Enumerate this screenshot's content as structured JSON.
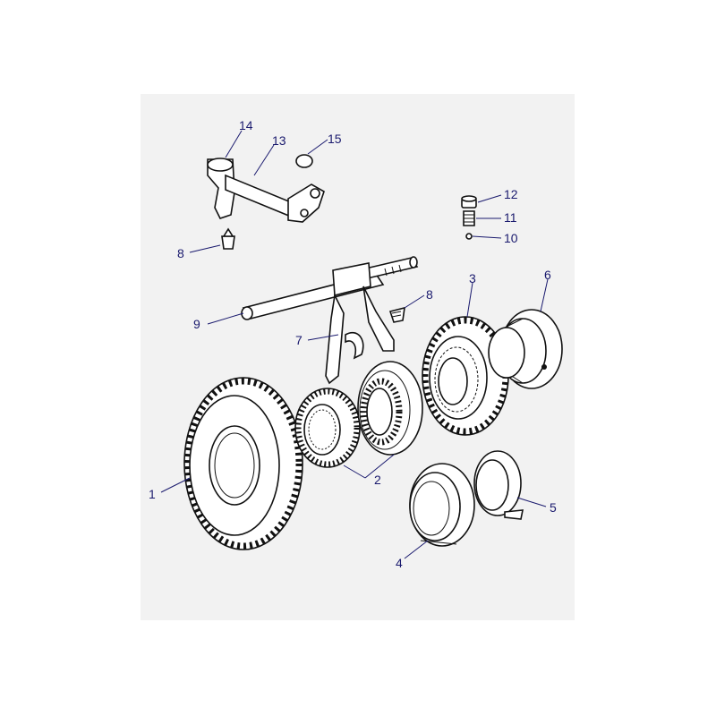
{
  "diagram": {
    "ink_color": "#111111",
    "callout_color": "#1a1a6e",
    "panel_color": "#f2f2f2"
  },
  "callouts": {
    "c1": "1",
    "c2": "2",
    "c3": "3",
    "c4": "4",
    "c5": "5",
    "c6": "6",
    "c7": "7",
    "c8a": "8",
    "c8b": "8",
    "c9": "9",
    "c10": "10",
    "c11": "11",
    "c12": "12",
    "c13": "13",
    "c14": "14",
    "c15": "15"
  }
}
